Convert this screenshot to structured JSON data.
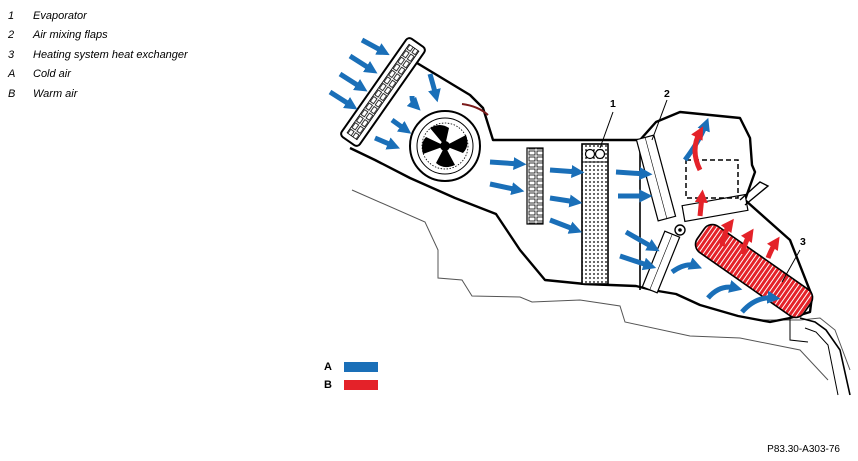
{
  "legend": {
    "items": [
      {
        "key": "1",
        "text": "Evaporator"
      },
      {
        "key": "2",
        "text": "Air mixing flaps"
      },
      {
        "key": "3",
        "text": "Heating system heat exchanger"
      },
      {
        "key": "A",
        "text": "Cold air"
      },
      {
        "key": "B",
        "text": "Warm air"
      }
    ]
  },
  "callouts": {
    "c1": "1",
    "c2": "2",
    "c3": "3"
  },
  "key": {
    "cold": {
      "label": "A",
      "color": "#1a6fb8"
    },
    "warm": {
      "label": "B",
      "color": "#e42229"
    }
  },
  "reference": "P83.30-A303-76"
}
